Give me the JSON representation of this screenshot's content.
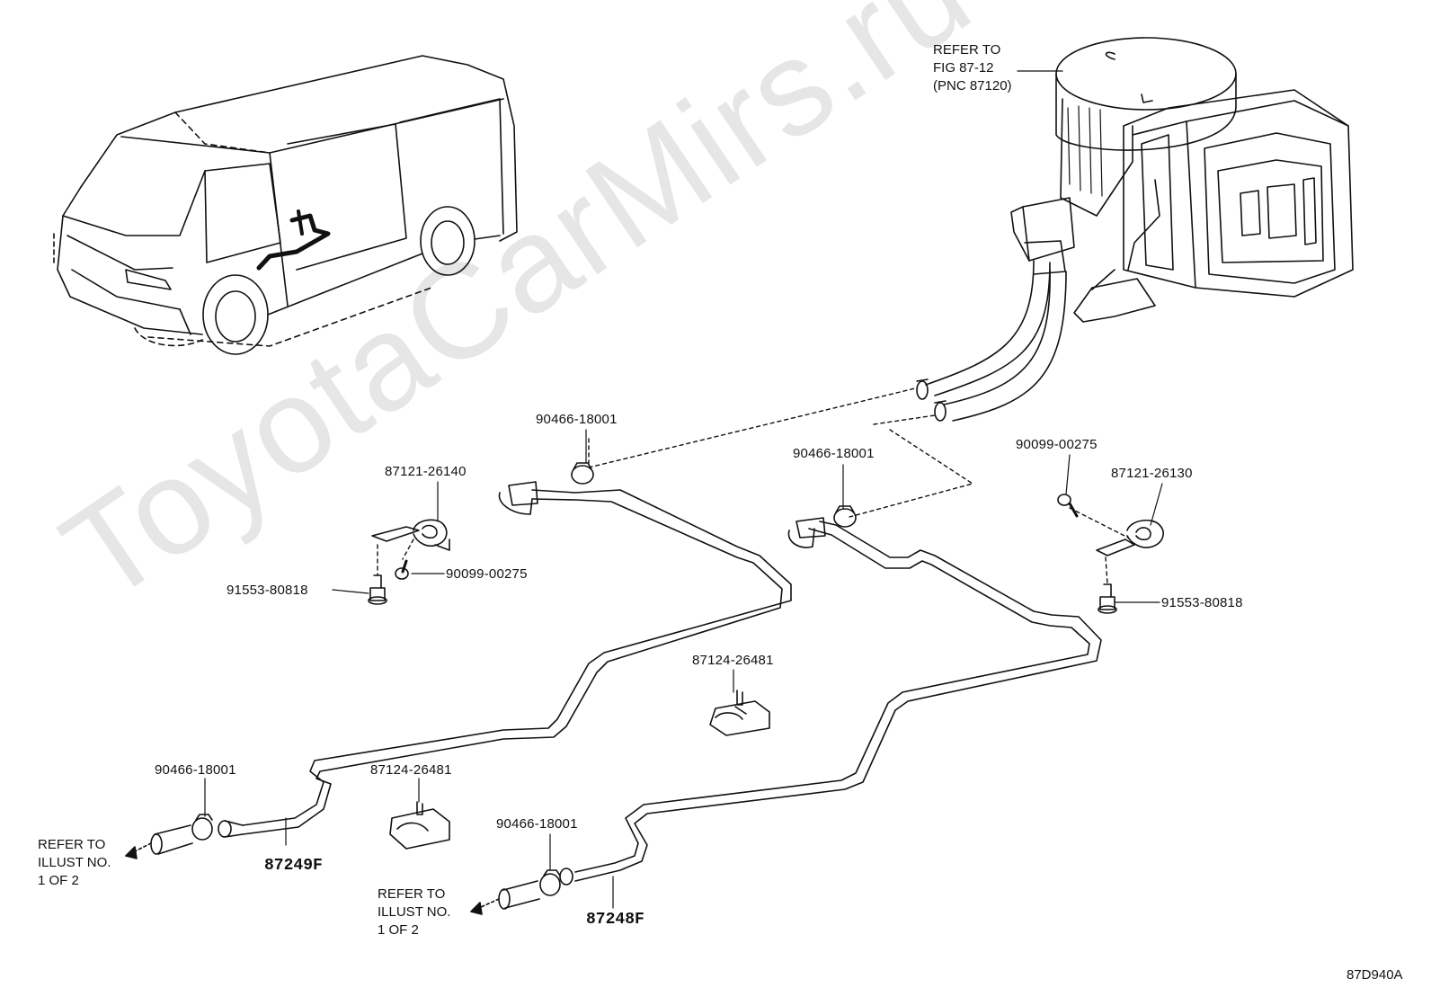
{
  "watermark": "ToyotaCarMirs.ru",
  "figure_code": "87D940A",
  "refer_fig": {
    "line1": "REFER TO",
    "line2": "FIG 87-12",
    "line3": "(PNC 87120)"
  },
  "refer_illust": {
    "line1": "REFER TO",
    "line2": "ILLUST NO.",
    "line3": "1 OF 2"
  },
  "parts": {
    "clamp_top_left": "90466-18001",
    "clamp_top_mid": "90466-18001",
    "clamp_bottom_left": "90466-18001",
    "clamp_bottom_mid": "90466-18001",
    "bracket_left": "87121-26140",
    "bracket_right": "87121-26130",
    "screw_left": "90099-00275",
    "screw_right": "90099-00275",
    "bolt_left": "91553-80818",
    "bolt_right": "91553-80818",
    "grommet_center": "87124-26481",
    "grommet_lower": "87124-26481",
    "hose_a": "87249F",
    "hose_b": "87248F"
  }
}
